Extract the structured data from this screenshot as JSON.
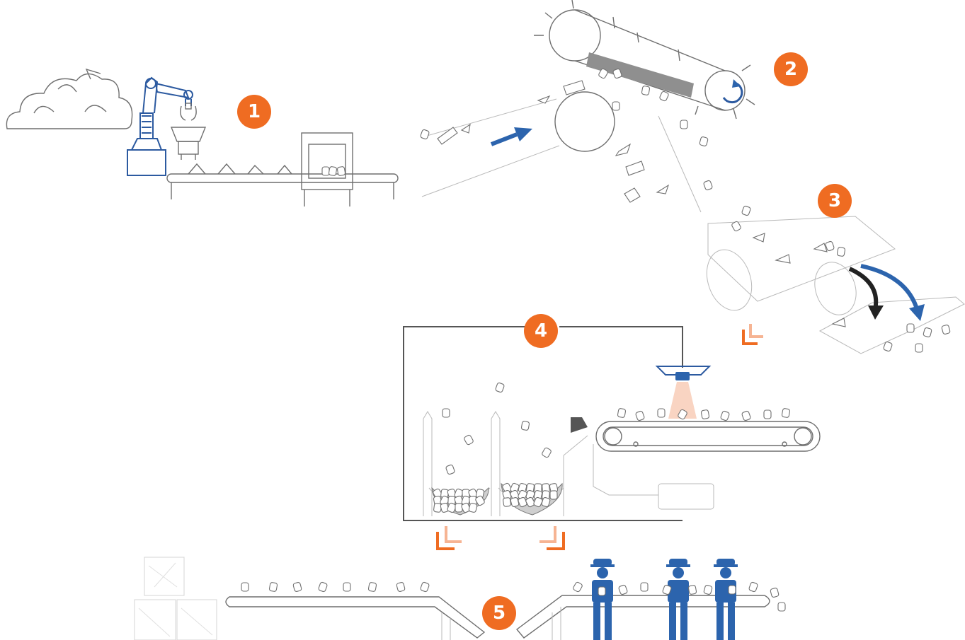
{
  "colors": {
    "accent_orange": "#ef6c22",
    "machine_blue": "#2c64ad",
    "line_gray": "#6f6f6f",
    "light_gray": "#b9b9b9"
  },
  "steps": [
    {
      "number": "1"
    },
    {
      "number": "2"
    },
    {
      "number": "3"
    },
    {
      "number": "4"
    },
    {
      "number": "5"
    }
  ]
}
